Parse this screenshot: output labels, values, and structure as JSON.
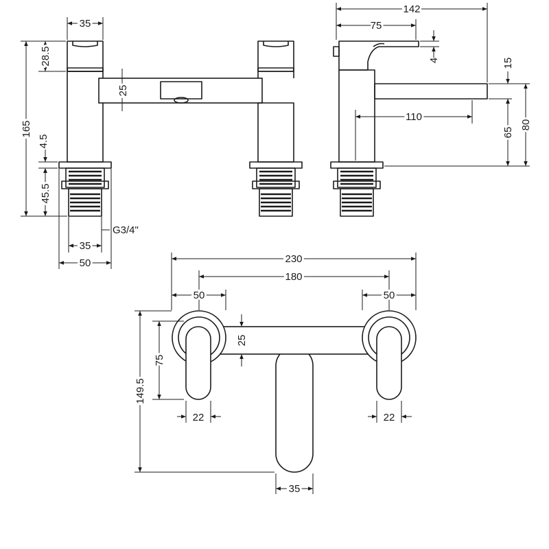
{
  "dimensions": {
    "front": {
      "spout_width": "35",
      "handle_height": "28.5",
      "total_height": "165",
      "body_height": "25",
      "collar": "4.5",
      "shank_length": "45.5",
      "thread": "G3/4\"",
      "shank_width": "35",
      "base_width": "50"
    },
    "side": {
      "total_depth": "142",
      "lever_depth": "75",
      "lever_gap": "4",
      "spout_thickness": "15",
      "spout_reach": "110",
      "spout_clearance": "65",
      "spout_height": "80"
    },
    "plan": {
      "total_width": "230",
      "centres": "180",
      "left_rose": "50",
      "right_rose": "50",
      "bar_depth": "25",
      "lever_reach": "75",
      "total_depth": "149.5",
      "left_lever": "22",
      "right_lever": "22",
      "spout_width": "35"
    }
  }
}
